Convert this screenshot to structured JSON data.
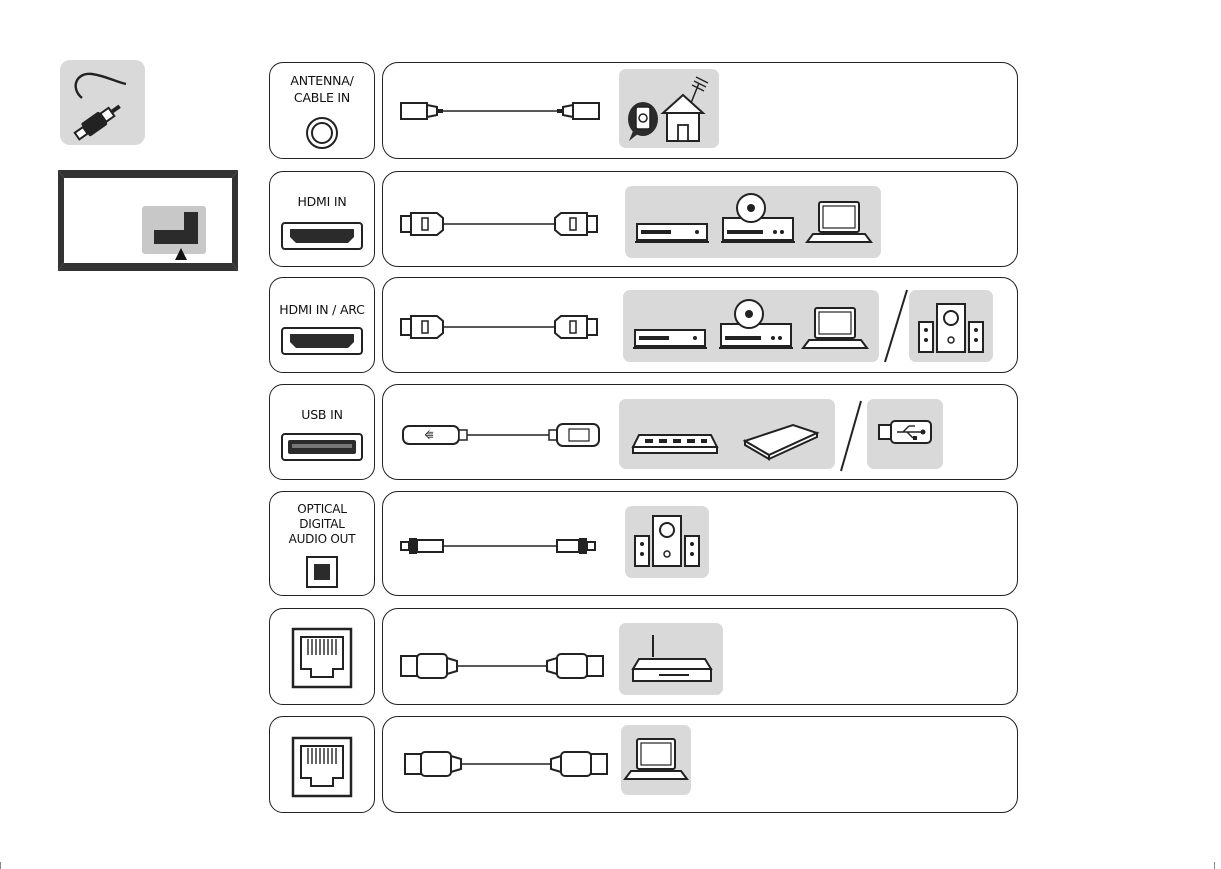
{
  "ports": {
    "antenna": {
      "label_line1": "ANTENNA/",
      "label_line2": "CABLE IN"
    },
    "hdmi": {
      "label": "HDMI IN"
    },
    "hdmi_arc": {
      "label": "HDMI IN / ARC"
    },
    "usb": {
      "label": "USB IN"
    },
    "optical": {
      "label_line1": "OPTICAL",
      "label_line2": "DIGITAL",
      "label_line3": "AUDIO OUT"
    }
  },
  "icons": {
    "cable_header": "cable-plug-icon",
    "tv_back": "tv-rear-panel-icon",
    "antenna_device": "wall-outlet-house-antenna-icon",
    "players": [
      "blu-ray-player-icon",
      "dvd-player-icon",
      "laptop-icon"
    ],
    "speakers": "speaker-system-icon",
    "usb_devices": [
      "usb-hub-icon",
      "external-hard-drive-icon",
      "usb-flash-drive-icon"
    ],
    "router": "router-icon",
    "lan_pc": "laptop-icon",
    "ethernet": "ethernet-port-icon"
  },
  "colors": {
    "device_background": "#d9d9d9",
    "line": "#222222",
    "icon_fill": "#2b2b2b"
  }
}
